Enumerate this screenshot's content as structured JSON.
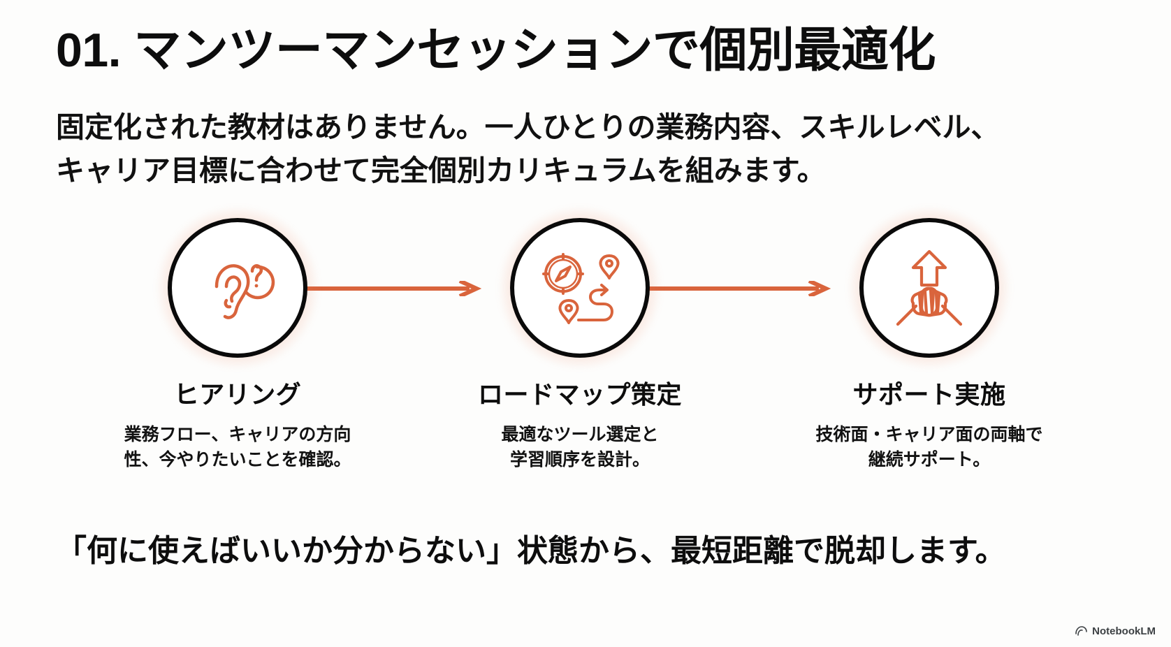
{
  "slide": {
    "headline": "01. マンツーマンセッションで個別最適化",
    "subhead_lines": [
      "固定化された教材はありません。一人ひとりの業務内容、スキルレベル、",
      "キャリア目標に合わせて完全個別カリキュラムを組みます。"
    ],
    "closing": "「何に使えばいいか分からない」状態から、最短距離で脱却します。",
    "steps": [
      {
        "icon": "ear-question-icon",
        "title": "ヒアリング",
        "desc_lines": [
          "業務フロー、キャリアの方向",
          "性、今やりたいことを確認。"
        ]
      },
      {
        "icon": "compass-route-icon",
        "title": "ロードマップ策定",
        "desc_lines": [
          "最適なツール選定と",
          "学習順序を設計。"
        ]
      },
      {
        "icon": "clasped-hands-arrow-icon",
        "title": "サポート実施",
        "desc_lines": [
          "技術面・キャリア面の両軸で",
          "継続サポート。"
        ]
      }
    ],
    "arrows": [
      "arrow-right-icon",
      "arrow-right-icon"
    ],
    "watermark": {
      "icon": "notebooklm-logo-icon",
      "label": "NotebookLM"
    },
    "colors": {
      "accent": "#d9643c",
      "ink": "#0d0d0d",
      "background": "#fdfdfc",
      "glow": "#e87850"
    }
  }
}
